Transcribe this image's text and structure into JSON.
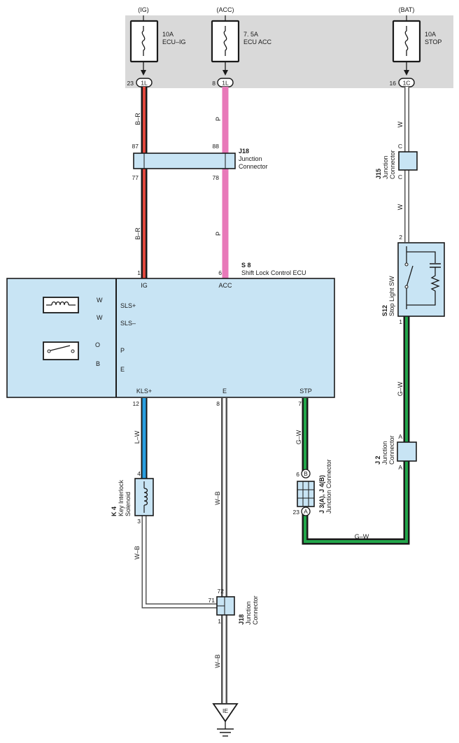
{
  "sources": {
    "ig": {
      "label": "(IG)",
      "fuse_rating": "10A",
      "fuse_name": "ECU–IG",
      "connector": "1L",
      "pin": "23"
    },
    "acc": {
      "label": "(ACC)",
      "fuse_rating": "7. 5A",
      "fuse_name": "ECU ACC",
      "connector": "1L",
      "pin": "8"
    },
    "bat": {
      "label": "(BAT)",
      "fuse_rating": "10A",
      "fuse_name": "STOP",
      "connector": "1C",
      "pin": "16"
    }
  },
  "wires": {
    "br": "B–R",
    "p": "P",
    "w": "W",
    "o": "O",
    "b": "B",
    "lw": "L–W",
    "wb": "W–B",
    "gw": "G–W"
  },
  "j18_top": {
    "code": "J18",
    "name1": "Junction",
    "name2": "Connector",
    "pins": [
      "87",
      "88",
      "77",
      "78"
    ]
  },
  "j15": {
    "code": "J15",
    "name1": "Junction",
    "name2": "Connector",
    "pin": "C"
  },
  "ecu": {
    "code": "S 8",
    "name": "Shift Lock Control ECU",
    "pins": {
      "ig": "1",
      "acc": "6",
      "kls": "12",
      "e": "8",
      "stp": "7"
    },
    "terms": {
      "ig": "IG",
      "acc": "ACC",
      "sls_p": "SLS+",
      "sls_m": "SLS–",
      "p": "P",
      "e_left": "E",
      "kls": "KLS+",
      "e_bot": "E",
      "stp": "STP"
    }
  },
  "stop_sw": {
    "code": "S12",
    "name": "Stop Light SW",
    "pin_top": "2",
    "pin_bot": "1"
  },
  "j2": {
    "code": "J 2",
    "name1": "Junction",
    "name2": "Connector",
    "pin": "A"
  },
  "k4": {
    "code": "K 4",
    "name1": "Key Interlock",
    "name2": "Solenoid",
    "pin_top": "4",
    "pin_bot": "3"
  },
  "j3j4": {
    "code": "J 3(A), J 4(B)",
    "name": "Junction Connector",
    "pin_top": "6",
    "letter_top": "B",
    "pin_bot": "23",
    "letter_bot": "A"
  },
  "j18_bot": {
    "code": "J18",
    "name1": "Junction",
    "name2": "Connector",
    "pins": [
      "72",
      "71",
      "1"
    ]
  },
  "ground": {
    "label": "IE"
  }
}
